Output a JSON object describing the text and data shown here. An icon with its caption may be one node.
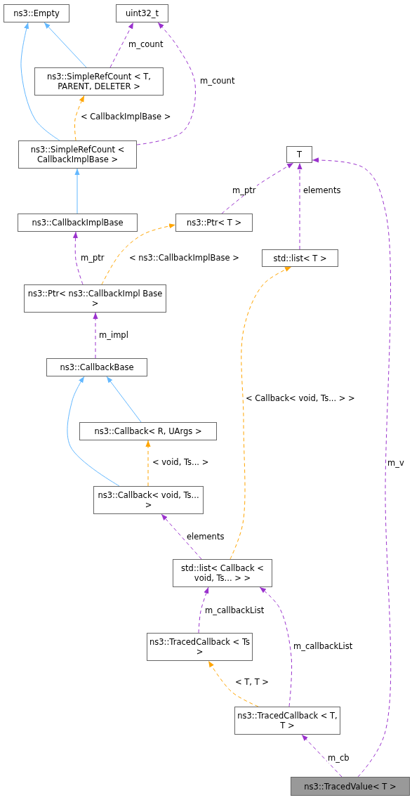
{
  "diagram": {
    "nodes": [
      {
        "text": [
          "ns3::Empty"
        ]
      },
      {
        "text": [
          "uint32_t"
        ]
      },
      {
        "text": [
          "ns3::SimpleRefCount < T, PARENT, DELETER >"
        ]
      },
      {
        "text": [
          "ns3::SimpleRefCount < CallbackImplBase >"
        ]
      },
      {
        "text": [
          "ns3::CallbackImplBase"
        ]
      },
      {
        "text": [
          "ns3::Ptr< T >"
        ]
      },
      {
        "text": [
          "T"
        ]
      },
      {
        "text": [
          "std::list< T >"
        ]
      },
      {
        "text": [
          "ns3::Ptr< ns3::CallbackImpl Base >"
        ]
      },
      {
        "text": [
          "ns3::CallbackBase"
        ]
      },
      {
        "text": [
          "ns3::Callback< R, UArgs >"
        ]
      },
      {
        "text": [
          "ns3::Callback< void, Ts... >"
        ]
      },
      {
        "text": [
          "std::list< Callback < void, Ts... > >"
        ]
      },
      {
        "text": [
          "ns3::TracedCallback < Ts >"
        ]
      },
      {
        "text": [
          "ns3::TracedCallback < T, T >"
        ]
      },
      {
        "text": [
          "ns3::TracedValue< T >"
        ]
      }
    ],
    "edges": [
      {
        "from": 2,
        "to": 0,
        "arrow": "to",
        "color": "#63b8ff"
      },
      {
        "from": 3,
        "to": 0,
        "arrow": "to",
        "color": "#63b8ff"
      },
      {
        "from": 2,
        "to": 1,
        "arrow": "to",
        "style": "dashed",
        "label": "m_count"
      },
      {
        "from": 3,
        "to": 1,
        "arrow": "to",
        "style": "dashed",
        "label": "m_count"
      },
      {
        "from": 3,
        "to": 2,
        "arrow": "to",
        "style": "dashed",
        "color": "#ffa500",
        "label": "< CallbackImplBase >"
      },
      {
        "from": 4,
        "to": 3,
        "arrow": "to",
        "color": "#63b8ff"
      },
      {
        "from": 8,
        "to": 4,
        "arrow": "to",
        "style": "dashed",
        "label": "m_ptr"
      },
      {
        "from": 8,
        "to": 5,
        "arrow": "to",
        "style": "dashed",
        "color": "#ffa500",
        "label": "< ns3::CallbackImplBase >"
      },
      {
        "from": 5,
        "to": 6,
        "arrow": "to",
        "style": "dashed",
        "label": "m_ptr"
      },
      {
        "from": 7,
        "to": 6,
        "arrow": "to",
        "style": "dashed",
        "label": "elements"
      },
      {
        "from": 9,
        "to": 8,
        "arrow": "to",
        "style": "dashed",
        "label": "m_impl"
      },
      {
        "from": 10,
        "to": 9,
        "arrow": "to",
        "color": "#63b8ff"
      },
      {
        "from": 11,
        "to": 9,
        "arrow": "to",
        "color": "#63b8ff"
      },
      {
        "from": 11,
        "to": 10,
        "arrow": "to",
        "style": "dashed",
        "color": "#ffa500",
        "label": "< void, Ts... >"
      },
      {
        "from": 12,
        "to": 11,
        "arrow": "to",
        "style": "dashed",
        "label": "elements"
      },
      {
        "from": 12,
        "to": 7,
        "arrow": "to",
        "style": "dashed",
        "color": "#ffa500",
        "label": "< Callback< void, Ts... > >"
      },
      {
        "from": 13,
        "to": 12,
        "arrow": "to",
        "style": "dashed",
        "label": "m_callbackList"
      },
      {
        "from": 14,
        "to": 12,
        "arrow": "to",
        "style": "dashed",
        "label": "m_callbackList"
      },
      {
        "from": 14,
        "to": 13,
        "arrow": "to",
        "style": "dashed",
        "color": "#ffa500",
        "label": "< T, T >"
      },
      {
        "from": 15,
        "to": 14,
        "arrow": "to",
        "style": "dashed",
        "label": "m_cb"
      },
      {
        "from": 15,
        "to": 6,
        "arrow": "to",
        "style": "dashed",
        "label": "m_v"
      }
    ]
  }
}
